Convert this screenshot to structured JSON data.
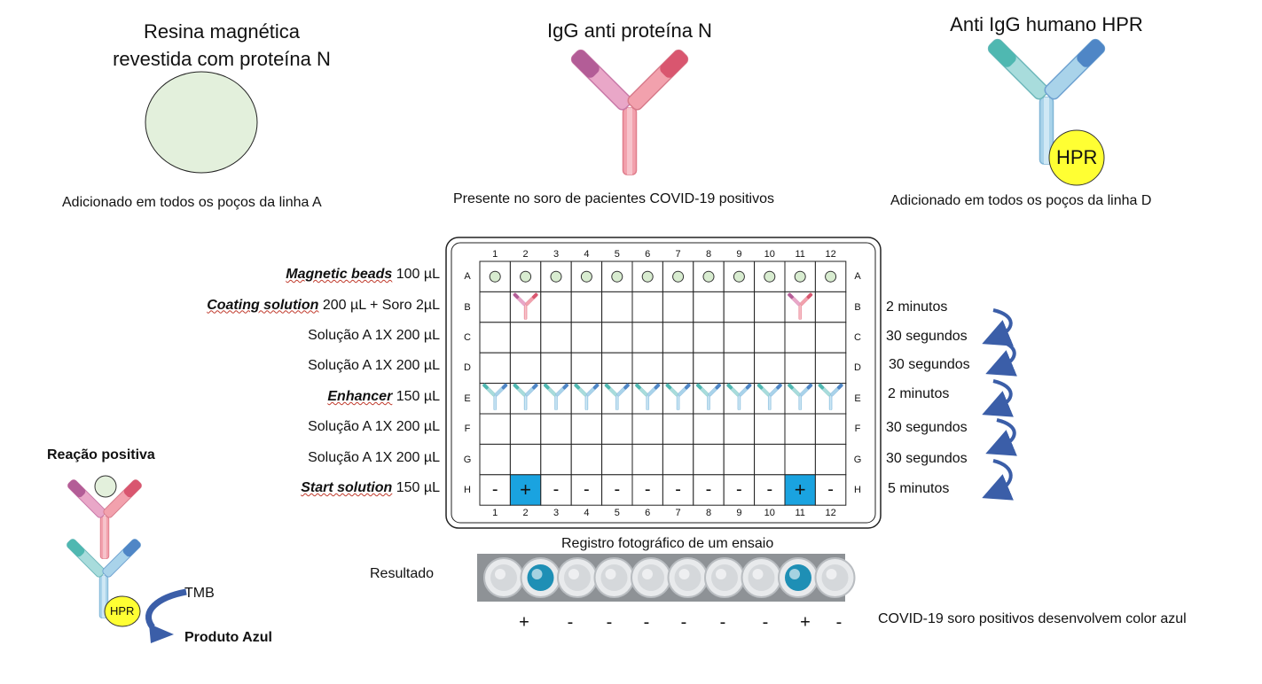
{
  "top": {
    "resin": {
      "title_line1": "Resina magnética",
      "title_line2": "revestida com proteína N",
      "caption": "Adicionado em todos os poços da linha A"
    },
    "igg": {
      "title": "IgG anti proteína N",
      "caption": "Presente no soro de pacientes COVID-19 positivos"
    },
    "anti_igg": {
      "title": "Anti IgG humano HPR",
      "caption": "Adicionado em todos os poços da linha D",
      "badge": "HPR"
    }
  },
  "plate": {
    "columns": [
      "1",
      "2",
      "3",
      "4",
      "5",
      "6",
      "7",
      "8",
      "9",
      "10",
      "11",
      "12"
    ],
    "rows": [
      "A",
      "B",
      "C",
      "D",
      "E",
      "F",
      "G",
      "H"
    ],
    "row_h_marks": [
      "-",
      "+",
      "-",
      "-",
      "-",
      "-",
      "-",
      "-",
      "-",
      "-",
      "+",
      "-"
    ],
    "positive_color": "#1aa3e0"
  },
  "steps": [
    {
      "bold": "Magnetic beads",
      "rest": " 100 µL"
    },
    {
      "bold": "Coating solution",
      "rest": " 200 µL + Soro 2µL"
    },
    {
      "bold": "",
      "rest": "Solução A 1X 200 µL"
    },
    {
      "bold": "",
      "rest": "Solução A 1X 200 µL"
    },
    {
      "bold": "Enhancer",
      "rest": " 150 µL"
    },
    {
      "bold": "",
      "rest": "Solução A 1X 200 µL"
    },
    {
      "bold": "",
      "rest": "Solução A 1X 200 µL"
    },
    {
      "bold": "Start solution",
      "rest": " 150 µL"
    }
  ],
  "times": [
    "2 minutos",
    "30 segundos",
    "30 segundos",
    "2 minutos",
    "30 segundos",
    "30 segundos",
    "5 minutos"
  ],
  "photo": {
    "title": "Registro fotográfico de um ensaio",
    "label": "Resultado"
  },
  "result_marks": [
    "+",
    "-",
    "-",
    "-",
    "-",
    "-",
    "-",
    "+",
    "-"
  ],
  "result_note": "COVID-19 soro positivos desenvolvem color azul",
  "reaction": {
    "title": "Reação positiva",
    "badge": "HPR",
    "tmb": "TMB",
    "product": "Produto Azul"
  }
}
